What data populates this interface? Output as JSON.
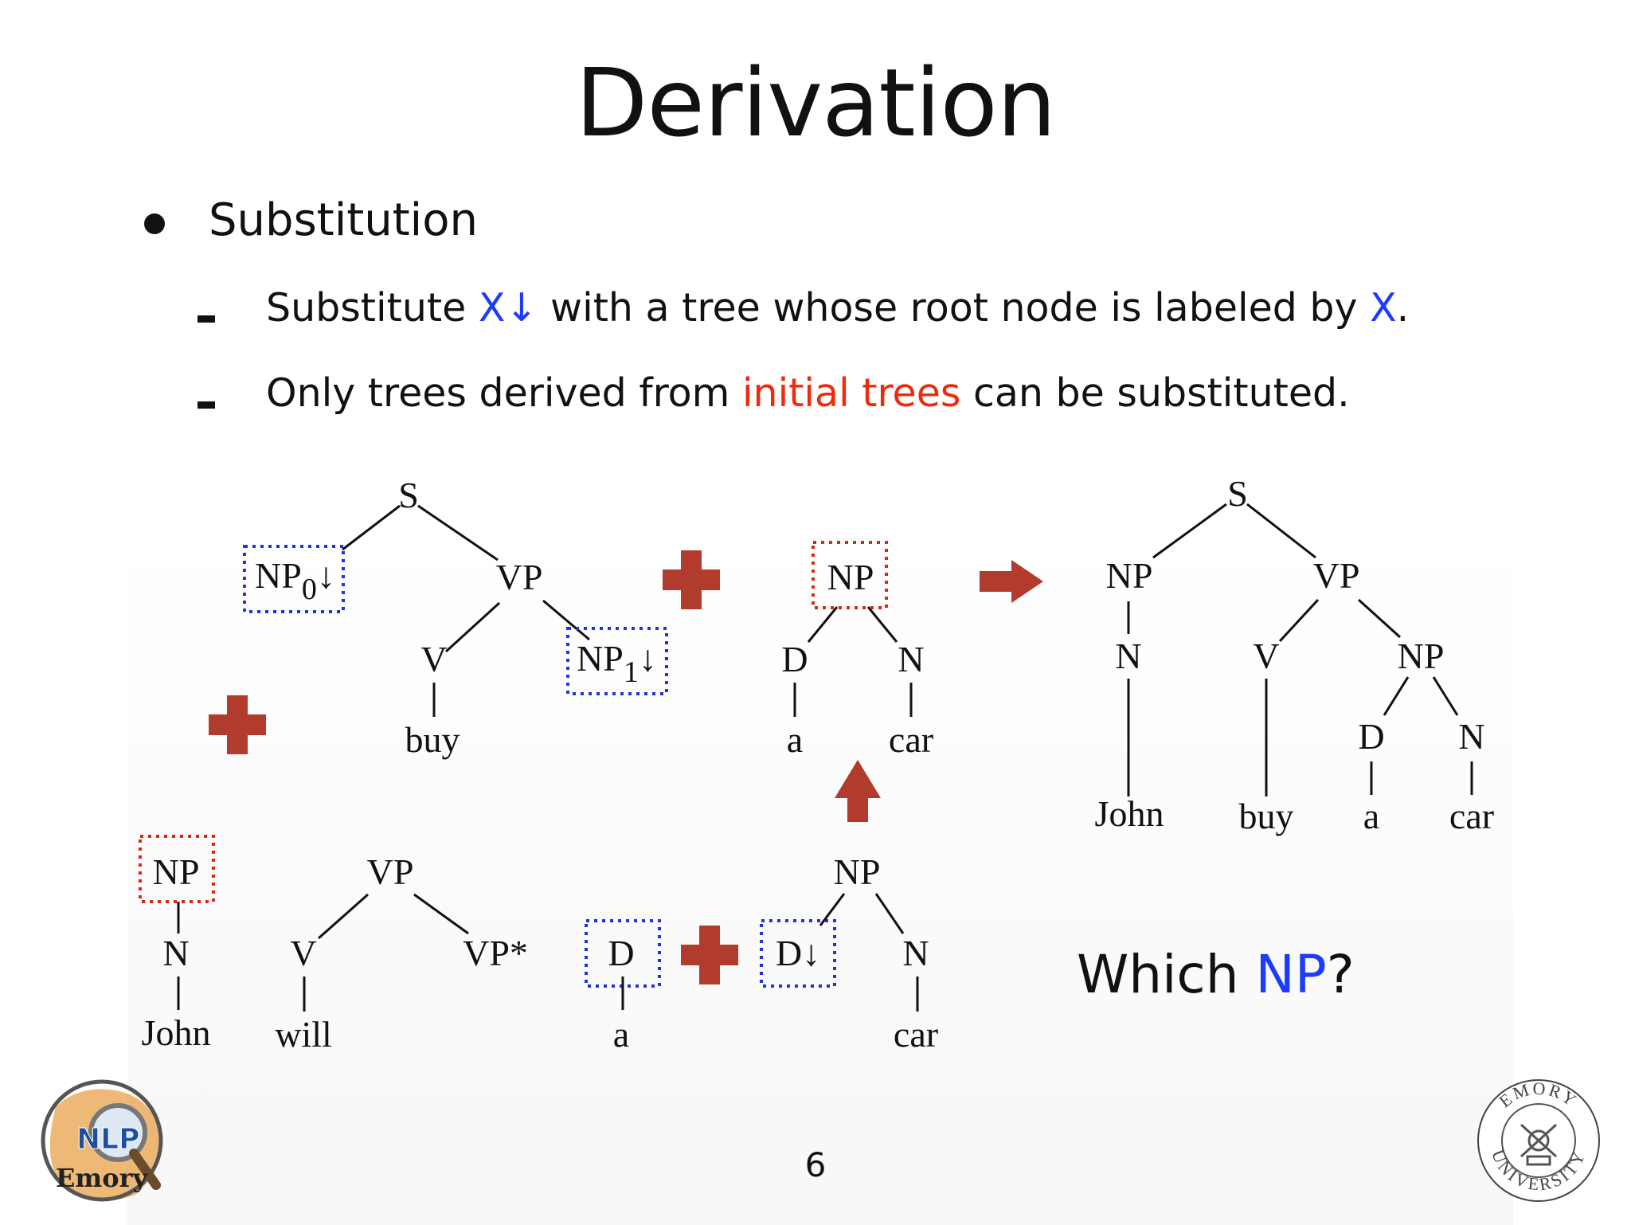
{
  "slide": {
    "title": "Derivation",
    "bullet": "Substitution",
    "sub1": {
      "before": "Substitute ",
      "symbol": "X↓",
      "middle": " with a tree whose root node is labeled by ",
      "end_symbol": "X",
      "end": "."
    },
    "sub2": {
      "before": "Only trees derived from ",
      "highlight": "initial trees",
      "after": " can be substituted."
    },
    "question": {
      "before": "Which ",
      "highlight": "NP",
      "after": "?"
    },
    "page_number": "6"
  },
  "colors": {
    "blue": "#1d3bff",
    "red": "#ee2a0c",
    "operator": "#b13b2c",
    "box_blue": "#2233dd",
    "box_red": "#d42b10"
  },
  "trees": {
    "buy": {
      "S": "S",
      "NP": "NP",
      "NP_sub": "0",
      "arrow": "↓",
      "VP": "VP",
      "V": "V",
      "NP1": "NP",
      "NP1_sub": "1",
      "word": "buy"
    },
    "a_car": {
      "NP": "NP",
      "D": "D",
      "N": "N",
      "a": "a",
      "car": "car"
    },
    "result": {
      "S": "S",
      "NP": "NP",
      "VP": "VP",
      "N1": "N",
      "V": "V",
      "NP2": "NP",
      "D": "D",
      "N2": "N",
      "john": "John",
      "buy": "buy",
      "a": "a",
      "car": "car"
    },
    "john": {
      "NP": "NP",
      "N": "N",
      "word": "John"
    },
    "will": {
      "VP": "VP",
      "V": "V",
      "VPstar": "VP*",
      "word": "will"
    },
    "det_a": {
      "D": "D",
      "word": "a"
    },
    "d_car": {
      "NP": "NP",
      "D": "D↓",
      "N": "N",
      "car": "car"
    }
  },
  "logos": {
    "nlp": {
      "top": "NLP",
      "bottom": "Emory",
      "icon": "magnifier-icon"
    },
    "emory": {
      "top": "EMORY",
      "bottom": "UNIVERSITY",
      "icon": "seal-icon"
    }
  }
}
